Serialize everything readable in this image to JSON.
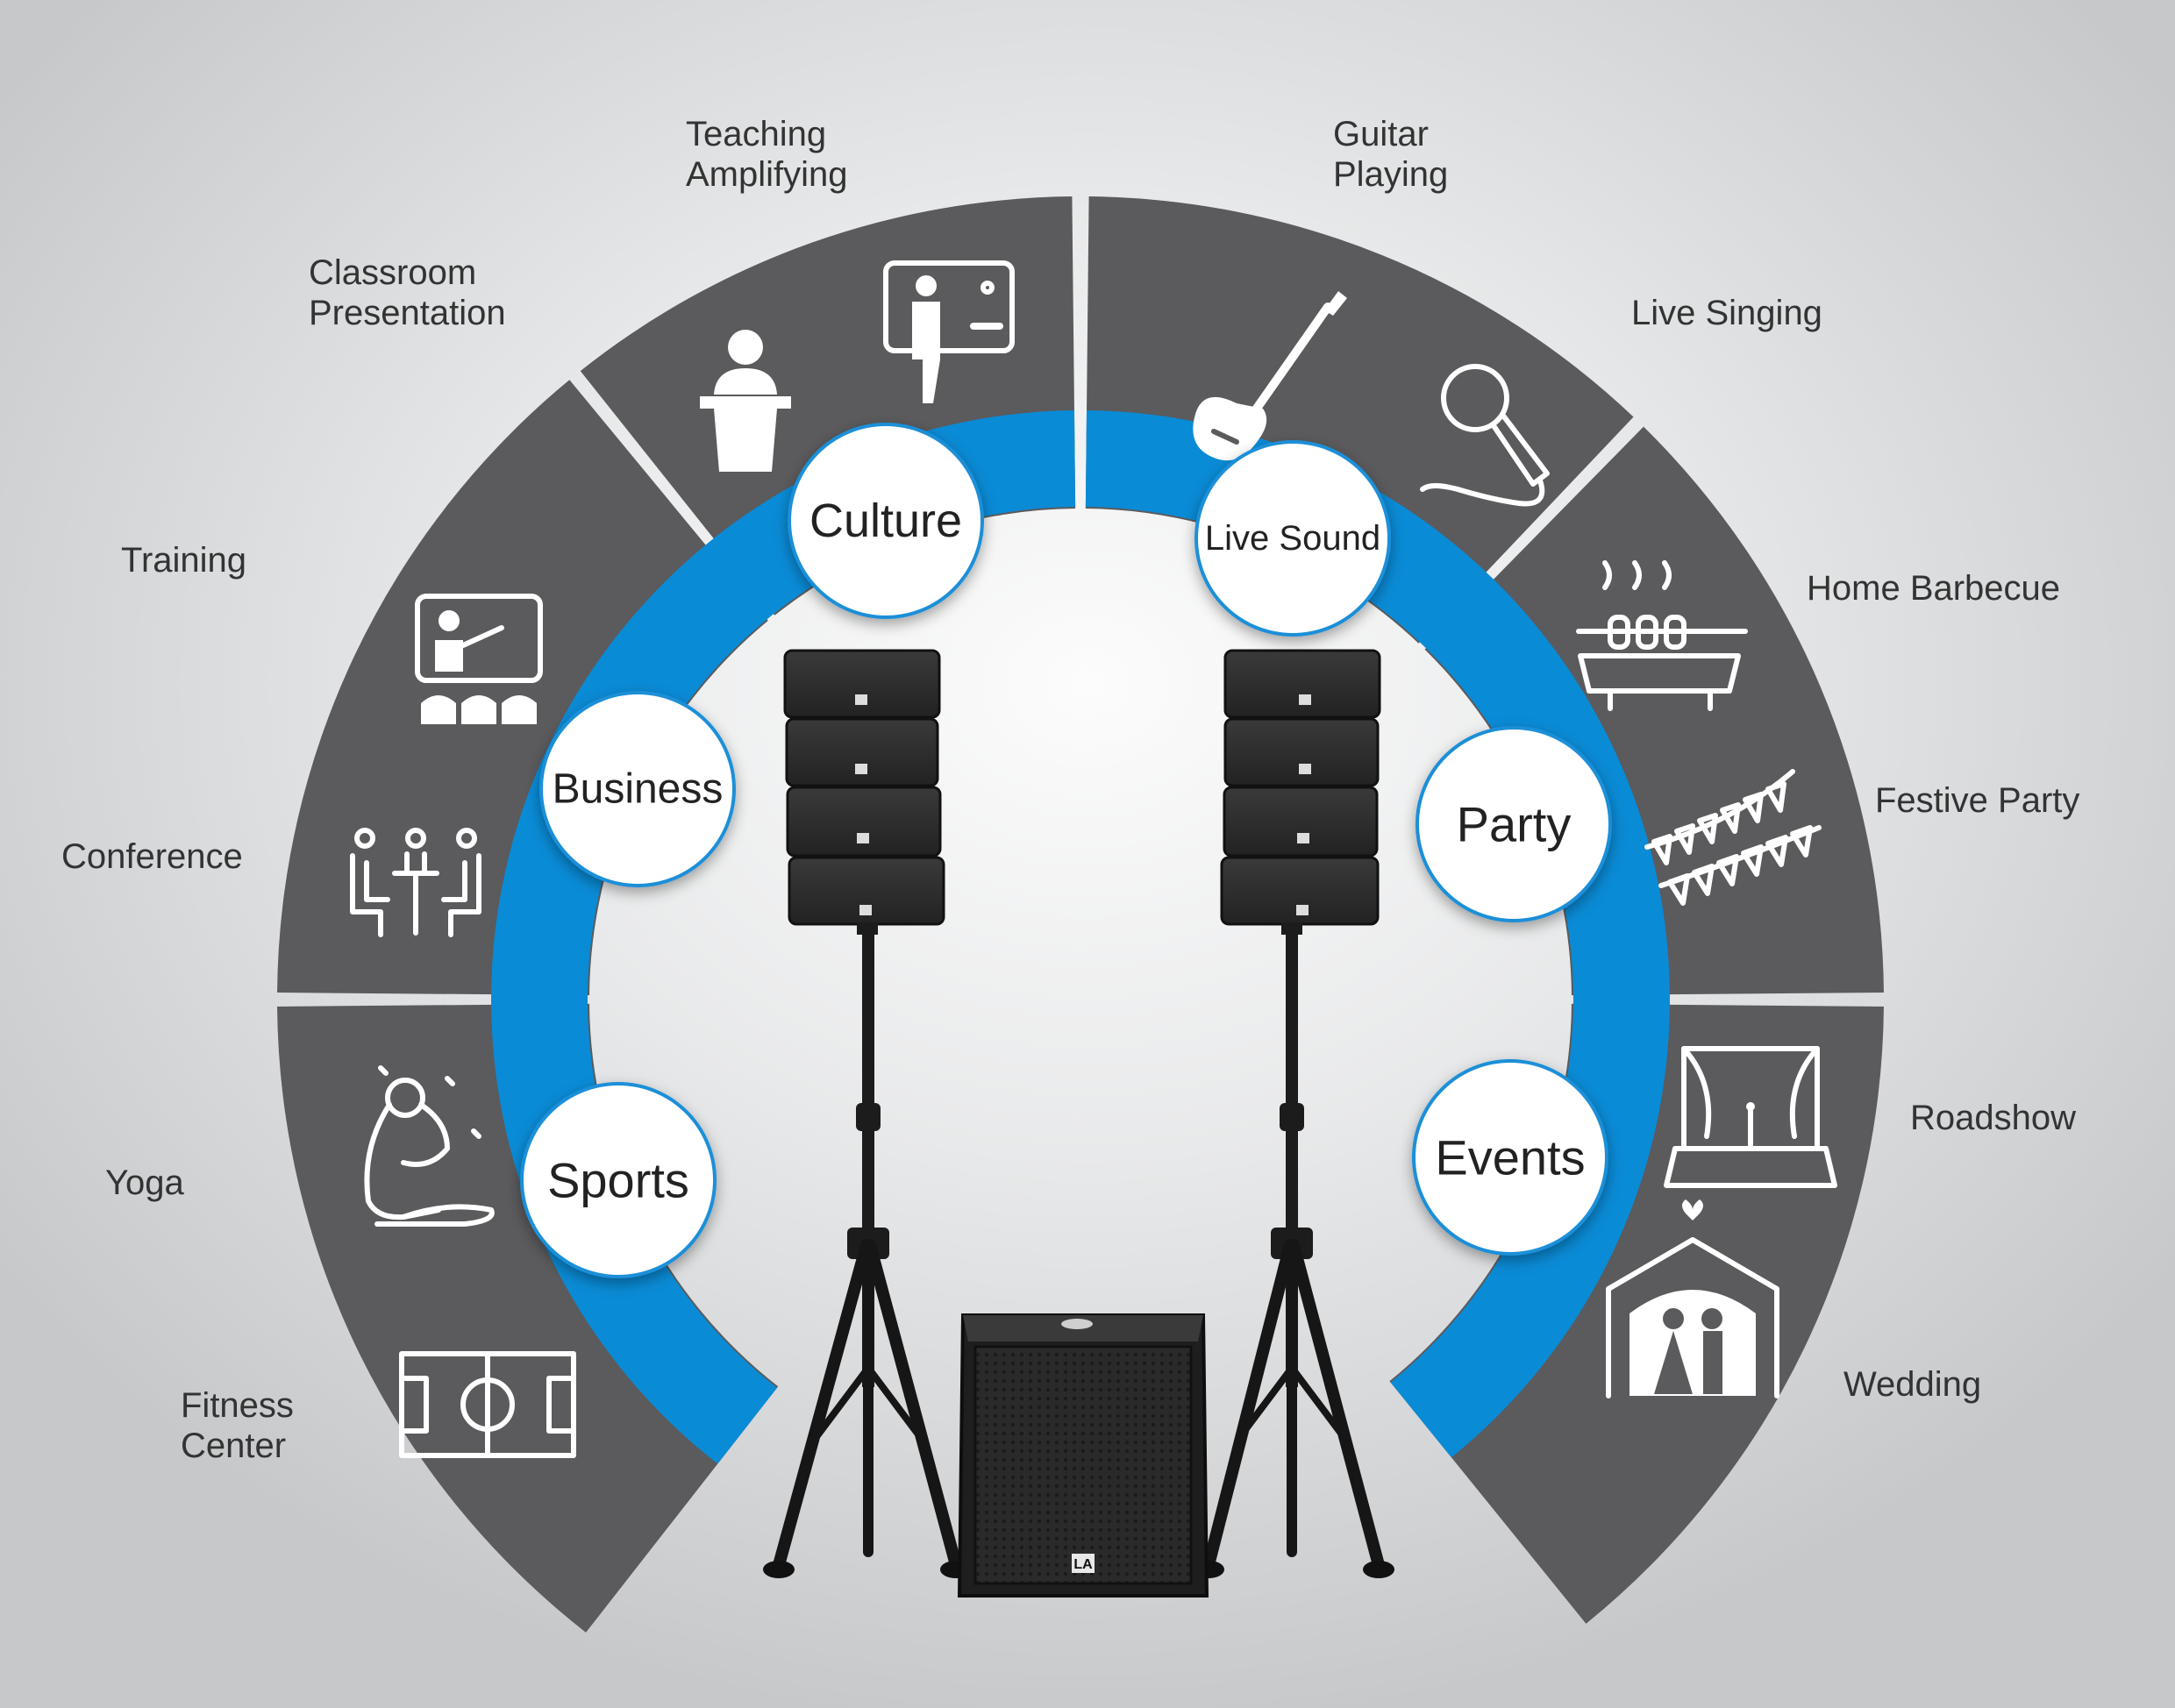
{
  "colors": {
    "sector": "#5b5a5c",
    "ring": "#0a8bd6",
    "bubble_fill": "#ffffff",
    "bubble_stroke": "#1a8fd8",
    "speaker": "#2b2b2c",
    "label_text": "#333333"
  },
  "categories": [
    {
      "id": "culture",
      "label": "Culture",
      "icons": [
        "podium-speaker-icon",
        "whiteboard-teacher-icon"
      ],
      "uses": [
        {
          "label": "Classroom\nPresentation"
        },
        {
          "label": "Teaching\nAmplifying"
        }
      ]
    },
    {
      "id": "business",
      "label": "Business",
      "icons": [
        "training-screen-icon",
        "conference-table-icon"
      ],
      "uses": [
        {
          "label": "Training"
        },
        {
          "label": "Conference"
        }
      ]
    },
    {
      "id": "sports",
      "label": "Sports",
      "icons": [
        "yoga-pose-icon",
        "football-field-icon"
      ],
      "uses": [
        {
          "label": "Yoga"
        },
        {
          "label": "Fitness\nCenter"
        }
      ]
    },
    {
      "id": "live_sound",
      "label": "Live Sound",
      "icons": [
        "electric-guitar-icon",
        "microphone-icon"
      ],
      "uses": [
        {
          "label": "Guitar\nPlaying"
        },
        {
          "label": "Live Singing"
        }
      ]
    },
    {
      "id": "party",
      "label": "Party",
      "icons": [
        "barbecue-grill-icon",
        "bunting-flags-icon"
      ],
      "uses": [
        {
          "label": "Home Barbecue"
        },
        {
          "label": "Festive Party"
        }
      ]
    },
    {
      "id": "events",
      "label": "Events",
      "icons": [
        "stage-curtain-icon",
        "wedding-couple-icon"
      ],
      "uses": [
        {
          "label": "Roadshow"
        },
        {
          "label": "Wedding"
        }
      ]
    }
  ],
  "product": {
    "brand_mark": "LA"
  }
}
